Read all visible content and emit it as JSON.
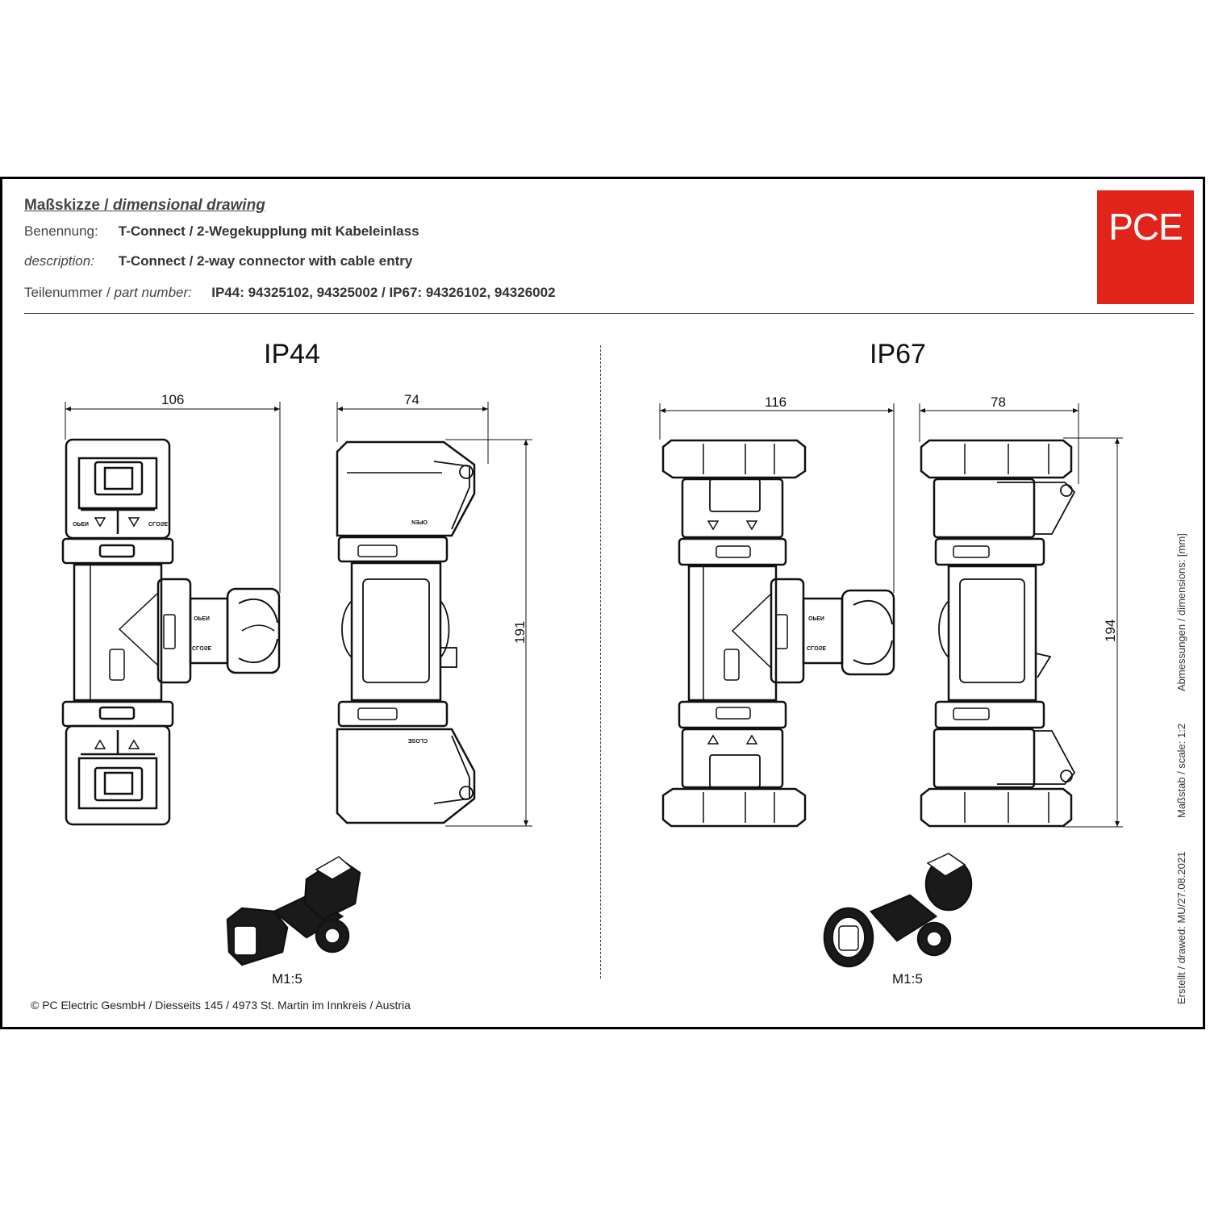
{
  "header": {
    "title_de": "Maßskizze / ",
    "title_en": "dimensional drawing",
    "name_label": "Benennung:",
    "name_value": "T-Connect / 2-Wegekupplung mit Kabeleinlass",
    "desc_label": "description:",
    "desc_value": "T-Connect / 2-way connector with cable entry",
    "part_label_de": "Teilenummer / ",
    "part_label_en": "part number:",
    "part_value": "IP44: 94325102, 94325002 / IP67: 94326102, 94326002"
  },
  "logo": {
    "text": "PCE",
    "color": "#e2231a"
  },
  "sections": {
    "ip44": {
      "title": "IP44",
      "dim_front_width": "106",
      "dim_side_width": "74",
      "dim_height": "191",
      "scale_label": "M1:5"
    },
    "ip67": {
      "title": "IP67",
      "dim_front_width": "116",
      "dim_side_width": "78",
      "dim_height": "194",
      "scale_label": "M1:5"
    }
  },
  "drawing_labels": {
    "open": "OPEN",
    "close": "CLOSE"
  },
  "sidebar": {
    "dimensions": "Abmessungen / dimensions:  [mm]",
    "scale": "Maßstab / scale: 1:2",
    "drawn": "Erstellt / drawed: MU/27.08.2021"
  },
  "footer": {
    "copyright": "© PC Electric GesmbH / Diesseits 145 / 4973 St. Martin im Innkreis / Austria"
  }
}
